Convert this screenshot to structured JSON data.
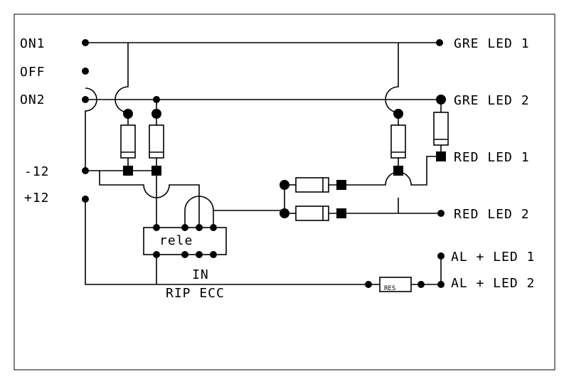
{
  "labels": {
    "on1": "ON1",
    "off": "OFF",
    "on2": "ON2",
    "minus12": "-12",
    "plus12": "+12",
    "gre_led_1": "GRE LED 1",
    "gre_led_2": "GRE LED 2",
    "red_led_1": "RED LED 1",
    "red_led_2": "RED LED 2",
    "al_led_1": "AL + LED 1",
    "al_led_2": "AL + LED 2",
    "rele": "rele",
    "in": "IN",
    "rip_ecc": "RIP ECC",
    "res": "RES"
  },
  "colors": {
    "ink": "#000000",
    "paper": "#ffffff"
  }
}
